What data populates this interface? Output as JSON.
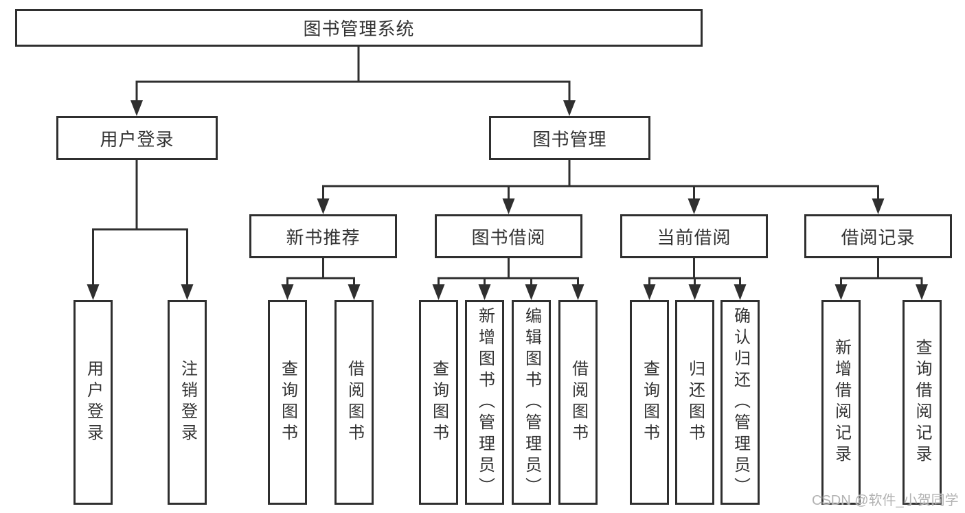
{
  "diagram": {
    "root": {
      "label": "图书管理系统"
    },
    "branches": [
      {
        "label": "用户登录",
        "children": [
          {
            "label": "用户登录"
          },
          {
            "label": "注销登录"
          }
        ]
      },
      {
        "label": "图书管理",
        "children": [
          {
            "label": "新书推荐",
            "children": [
              {
                "label": "查询图书"
              },
              {
                "label": "借阅图书"
              }
            ]
          },
          {
            "label": "图书借阅",
            "children": [
              {
                "label": "查询图书"
              },
              {
                "label": "新增图书（管理员）"
              },
              {
                "label": "编辑图书（管理员）"
              },
              {
                "label": "借阅图书"
              }
            ]
          },
          {
            "label": "当前借阅",
            "children": [
              {
                "label": "查询图书"
              },
              {
                "label": "归还图书"
              },
              {
                "label": "确认归还（管理员）"
              }
            ]
          },
          {
            "label": "借阅记录",
            "children": [
              {
                "label": "新增借阅记录"
              },
              {
                "label": "查询借阅记录"
              }
            ]
          }
        ]
      }
    ]
  },
  "watermark": {
    "text": "CSDN @软件_小贺同学"
  },
  "colors": {
    "line": "#2f2f2f",
    "text": "#333333",
    "watermark": "#b3b3b3",
    "background": "#ffffff"
  }
}
